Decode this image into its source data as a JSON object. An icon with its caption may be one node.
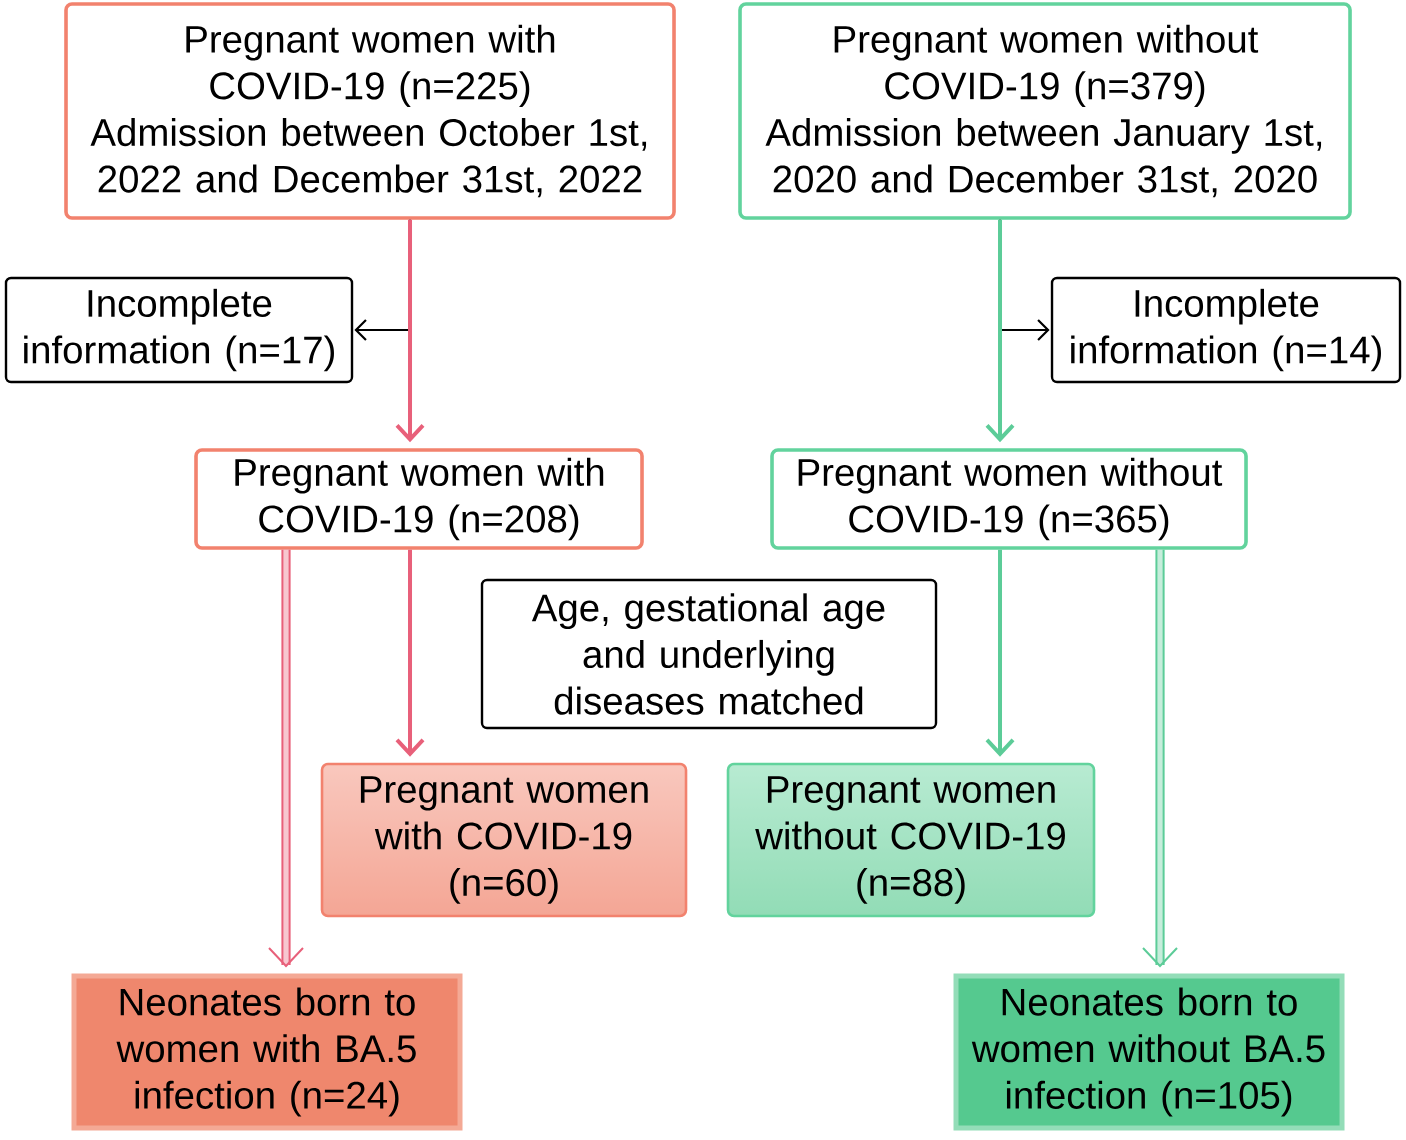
{
  "diagram": {
    "nodes": [
      {
        "text": [
          "Pregnant women with COVID-19 (n=225)",
          "Admission between October 1st, 2022 and December 31st, 2022"
        ]
      },
      {
        "text": [
          "Pregnant women without COVID-19 (n=379)",
          "Admission between January 1st, 2020 and December 31st, 2020"
        ]
      },
      {
        "text": [
          "Incomplete information (n=17)"
        ]
      },
      {
        "text": [
          "Incomplete information (n=14)"
        ]
      },
      {
        "text": [
          "Pregnant women with COVID-19 (n=208)"
        ]
      },
      {
        "text": [
          "Pregnant women without COVID-19 (n=365)"
        ]
      },
      {
        "text": [
          "Age, gestational age and underlying diseases matched"
        ]
      },
      {
        "text": [
          "Pregnant women with COVID-19 (n=60)"
        ]
      },
      {
        "text": [
          "Pregnant women without COVID-19 (n=88)"
        ]
      },
      {
        "text": [
          "Neonates born to women with BA.5 infection (n=24)"
        ]
      },
      {
        "text": [
          "Neonates born to women without BA.5 infection (n=105)"
        ]
      }
    ],
    "edges": [
      {
        "from": 0,
        "to": 4,
        "arrow": "to",
        "color": "#e8607a"
      },
      {
        "from": 0,
        "to": 2,
        "arrow": "to",
        "color": "#000000"
      },
      {
        "from": 1,
        "to": 5,
        "arrow": "to",
        "color": "#5ccc98"
      },
      {
        "from": 1,
        "to": 3,
        "arrow": "to",
        "color": "#000000"
      },
      {
        "from": 4,
        "to": 7,
        "arrow": "to",
        "color": "#e8607a"
      },
      {
        "from": 4,
        "to": 9,
        "arrow": "to",
        "style": "thick",
        "color": "#e8607a"
      },
      {
        "from": 5,
        "to": 8,
        "arrow": "to",
        "color": "#5ccc98"
      },
      {
        "from": 5,
        "to": 10,
        "arrow": "to",
        "style": "thick",
        "color": "#5ccc98"
      }
    ]
  }
}
